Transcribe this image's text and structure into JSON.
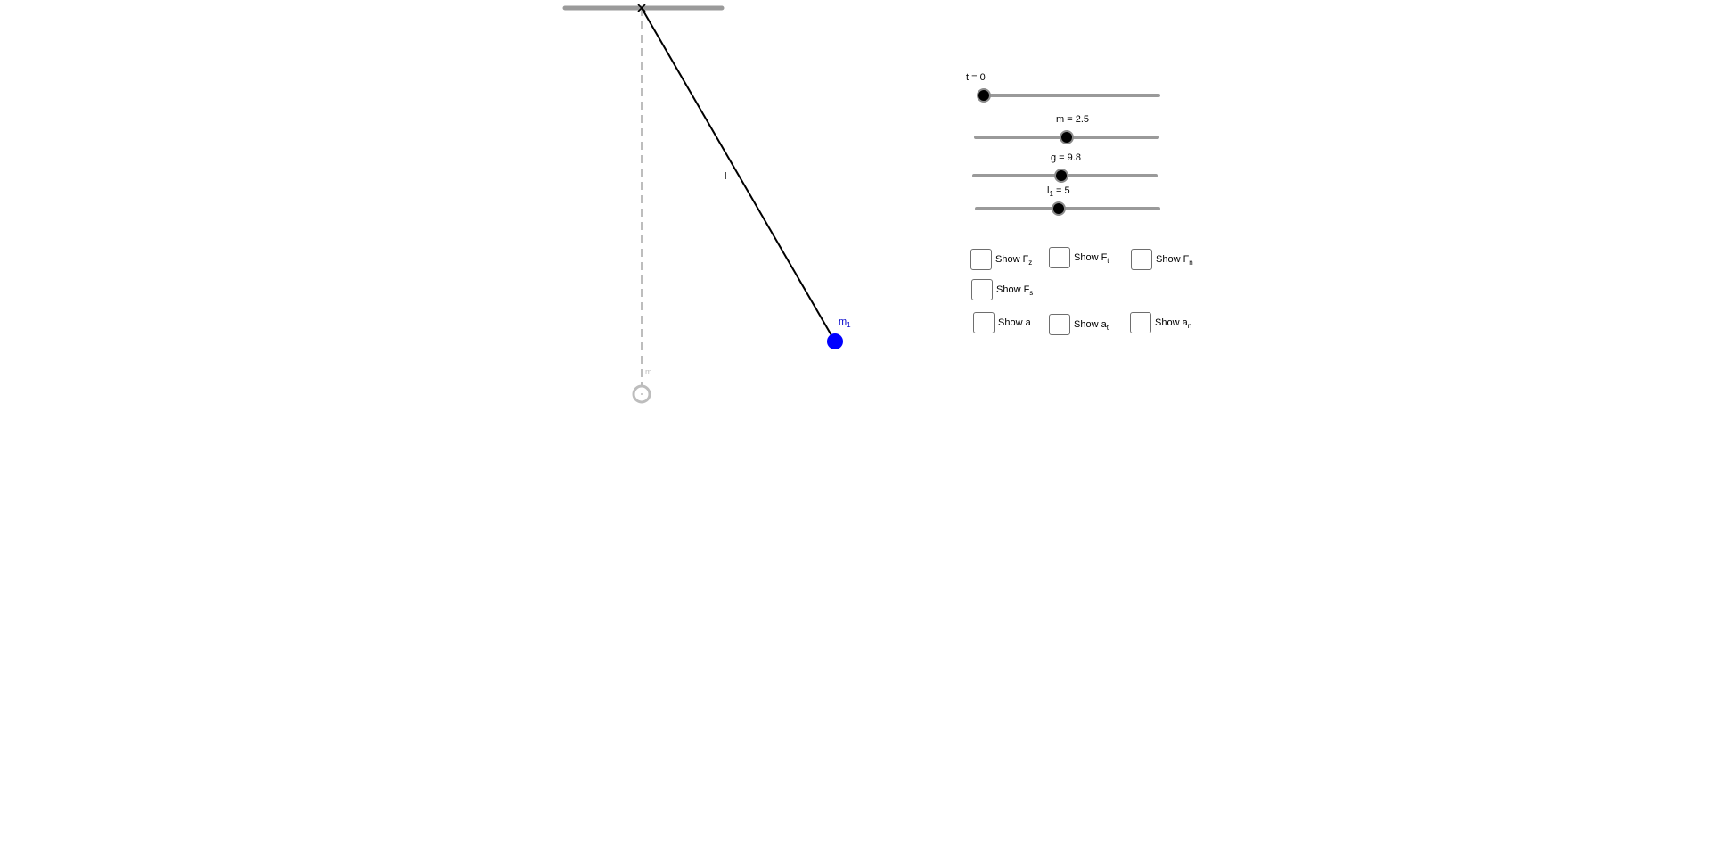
{
  "scene": {
    "string_label": "l",
    "mass_label": {
      "base": "m",
      "sub": "1"
    },
    "rest_marker_label": "m",
    "colors": {
      "ceiling": "#9a9a9a",
      "string": "#000000",
      "bob": "#0000ff",
      "mass_label": "#0000cc",
      "rest_line": "#bdbdbd",
      "rest_marker": "#bdbdbd"
    }
  },
  "sliders": [
    {
      "id": "t",
      "caption": "t = 0",
      "label_base": "t",
      "label_sub": "",
      "value": 0,
      "fraction": 0.0
    },
    {
      "id": "m",
      "caption": "m = 2.5",
      "label_base": "m",
      "label_sub": "",
      "value": 2.5,
      "fraction": 0.5
    },
    {
      "id": "g",
      "caption": "g = 9.8",
      "label_base": "g",
      "label_sub": "",
      "value": 9.8,
      "fraction": 0.48
    },
    {
      "id": "l1",
      "caption": "l1 = 5",
      "label_base": "l",
      "label_sub": "1",
      "value": 5,
      "fraction": 0.45
    }
  ],
  "checkboxes": [
    {
      "id": "Fz",
      "prefix": "Show F",
      "sub": "z",
      "checked": false
    },
    {
      "id": "Ft",
      "prefix": "Show F",
      "sub": "t",
      "checked": false
    },
    {
      "id": "Fn",
      "prefix": "Show F",
      "sub": "n",
      "checked": false
    },
    {
      "id": "Fs",
      "prefix": "Show F",
      "sub": "s",
      "checked": false
    },
    {
      "id": "a",
      "prefix": "Show a",
      "sub": "",
      "checked": false
    },
    {
      "id": "at",
      "prefix": "Show a",
      "sub": "t",
      "checked": false
    },
    {
      "id": "an",
      "prefix": "Show a",
      "sub": "n",
      "checked": false
    }
  ]
}
